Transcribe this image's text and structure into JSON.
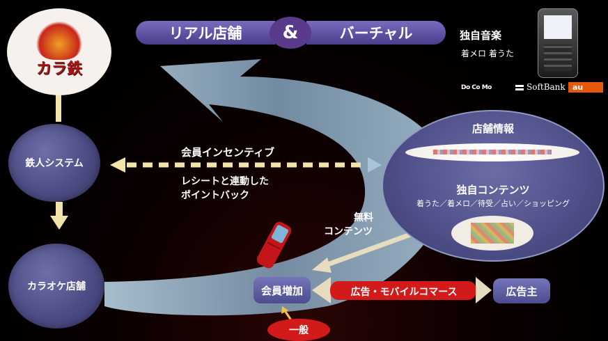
{
  "banner": {
    "left": "リアル店舗",
    "amp": "&",
    "right": "バーチャル"
  },
  "nodes": {
    "logo": "カラ鉄",
    "tetsujin": "鉄人システム",
    "karaoke": "カラオケ店舗",
    "member_increase": "会員増加",
    "advertiser": "広告主",
    "general": "一般"
  },
  "labels": {
    "incentive": "会員インセンティブ",
    "receipt_line1": "レシートと連動した",
    "receipt_line2": "ポイントバック",
    "free_line1": "無料",
    "free_line2": "コンテンツ",
    "ad_commerce": "広告・モバイルコマース"
  },
  "virtual": {
    "shop_info": "店舗情報",
    "original_contents": "独自コンテンツ",
    "contents_list": "着うた／着メロ／待受／占い／ショッピング"
  },
  "music": {
    "title": "独自音楽",
    "sub": "着メロ 着うた"
  },
  "carriers": {
    "docomo": "Do Co Mo",
    "softbank": "SoftBank",
    "au": "au"
  },
  "colors": {
    "node": "#4d4d86",
    "banner": "#5b4a9e",
    "red": "#d31a1a",
    "arc": "#a9c4d8"
  }
}
